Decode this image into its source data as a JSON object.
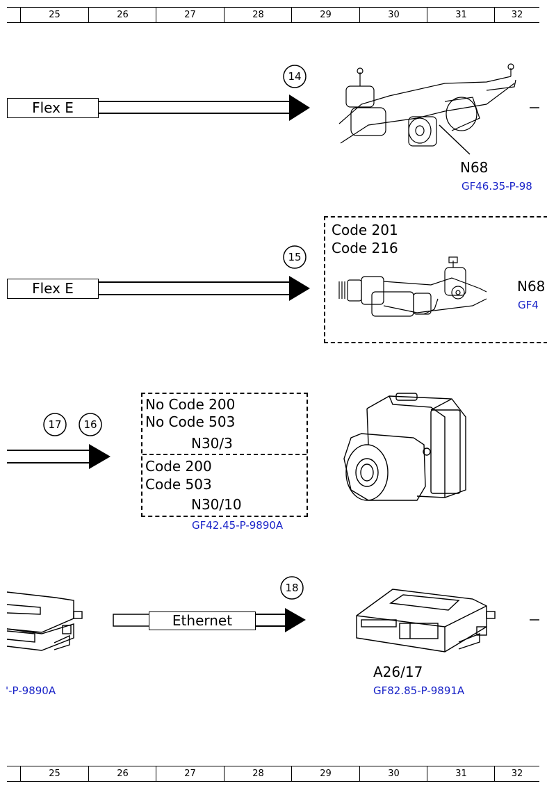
{
  "ruler": {
    "columns": [
      "25",
      "26",
      "27",
      "28",
      "29",
      "30",
      "31",
      "32"
    ]
  },
  "row1": {
    "bus_label": "Flex E",
    "callout": "14",
    "component_label": "N68",
    "component_ref": "GF46.35-P-98"
  },
  "row2": {
    "bus_label": "Flex E",
    "callout": "15",
    "codes": [
      "Code 201",
      "Code 216"
    ],
    "component_label": "N68",
    "component_ref": "GF4"
  },
  "row3": {
    "callouts": [
      "17",
      "16"
    ],
    "upper_box": {
      "codes": [
        "No Code 200",
        "No Code 503"
      ],
      "component": "N30/3"
    },
    "lower_box": {
      "codes": [
        "Code 200",
        "Code 503"
      ],
      "component": "N30/10"
    },
    "box_ref": "GF42.45-P-9890A"
  },
  "row4": {
    "left_ref": "'-P-9890A",
    "bus_label": "Ethernet",
    "callout": "18",
    "component_label": "A26/17",
    "component_ref": "GF82.85-P-9891A"
  }
}
